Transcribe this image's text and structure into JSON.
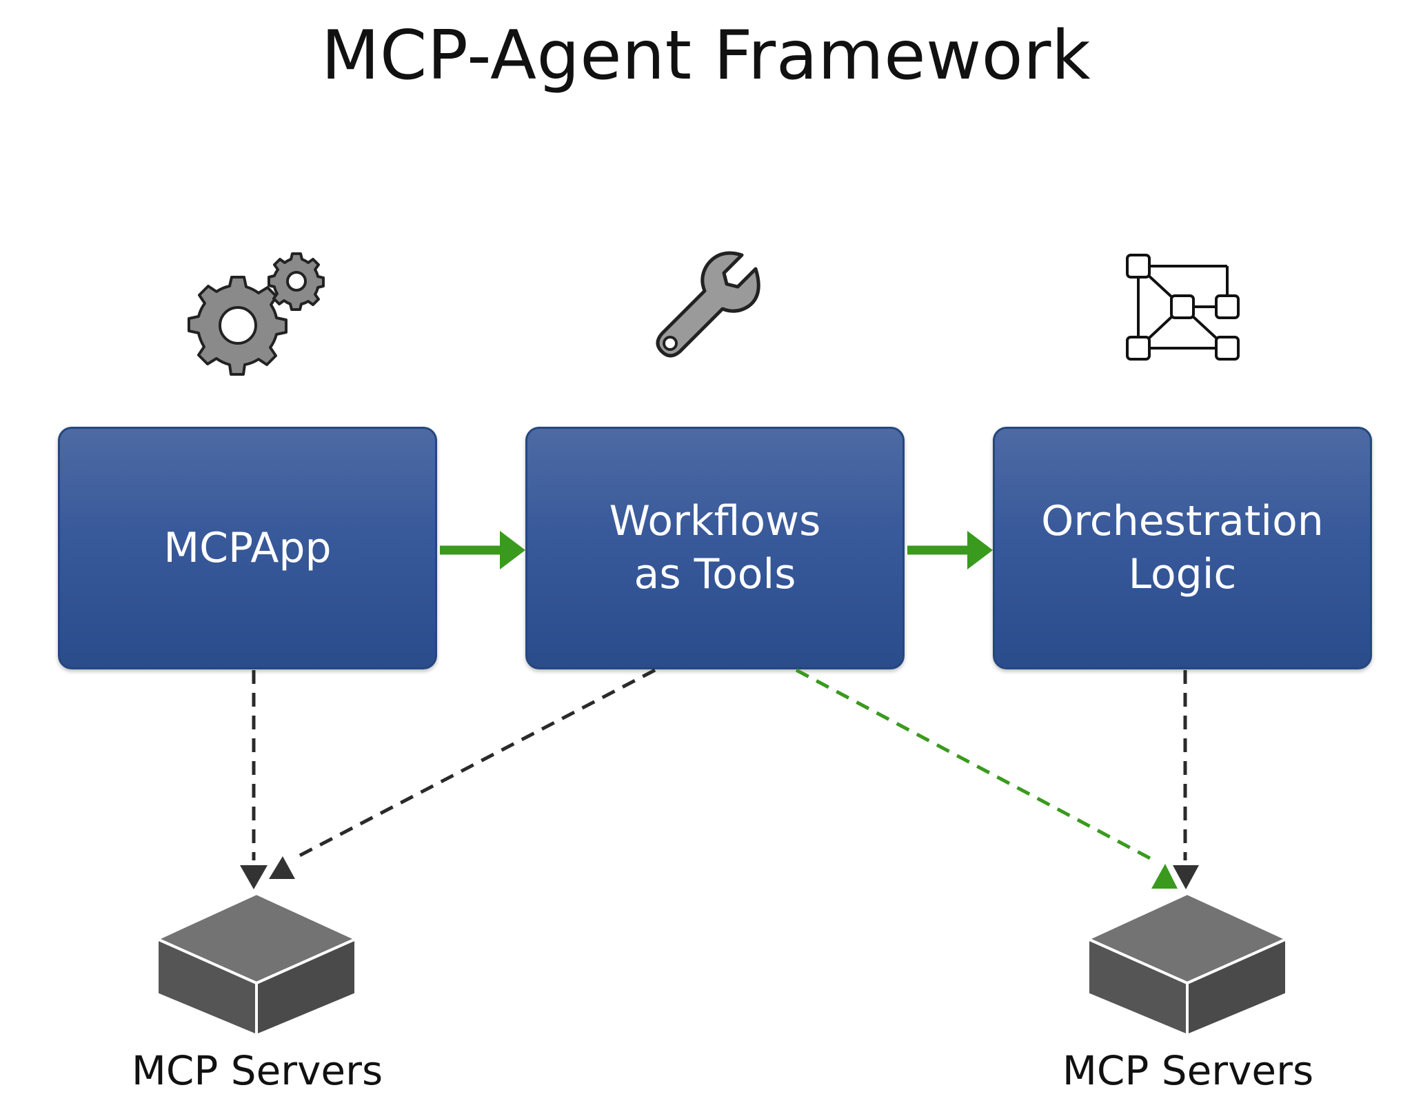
{
  "title": "MCP-Agent Framework",
  "boxes": [
    {
      "line1": "MCPApp",
      "line2": "",
      "icon": "gears-icon"
    },
    {
      "line1": "Workflows",
      "line2": "as Tools",
      "icon": "wrench-icon"
    },
    {
      "line1": "Orchestration",
      "line2": "Logic",
      "icon": "network-graph-icon"
    }
  ],
  "servers": [
    {
      "label": "MCP Servers",
      "icon": "server-cube-icon"
    },
    {
      "label": "MCP Servers",
      "icon": "server-cube-icon"
    }
  ],
  "colors": {
    "box_fill": "#38599a",
    "box_border": "#24477f",
    "flow_arrow": "#3a9a1e",
    "dashed_dark": "#2a2a2a",
    "dashed_green": "#3a9a1e",
    "cube_top": "#707070",
    "cube_side": "#4a4a4a"
  }
}
